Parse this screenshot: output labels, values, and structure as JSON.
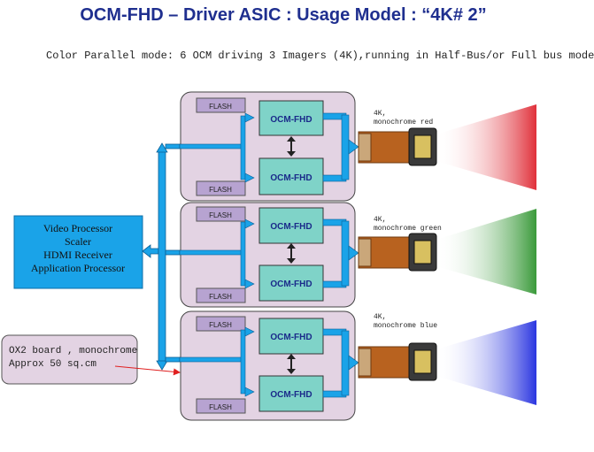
{
  "title": "OCM-FHD – Driver ASIC : Usage Model : “4K# 2”",
  "subtitle": "Color Parallel mode: 6 OCM driving 3 Imagers (4K),running in Half-Bus/or Full bus mode",
  "processor": {
    "lines": [
      "Video Processor",
      "Scaler",
      "HDMI Receiver",
      "Application Processor"
    ],
    "color": "#1aa3e8"
  },
  "note": {
    "line1": "OX2 board , monochrome",
    "line2": "Approx 50 sq.cm"
  },
  "boards": [
    {
      "flash_top": "FLASH",
      "flash_bottom": "FLASH",
      "ocm_top": "OCM-FHD",
      "ocm_bottom": "OCM-FHD",
      "imager_line1": "4K,",
      "imager_line2": "monochrome red",
      "beam_color": "#e0303a"
    },
    {
      "flash_top": "FLASH",
      "flash_bottom": "FLASH",
      "ocm_top": "OCM-FHD",
      "ocm_bottom": "OCM-FHD",
      "imager_line1": "4K,",
      "imager_line2": "monochrome green",
      "beam_color": "#3a9a3a"
    },
    {
      "flash_top": "FLASH",
      "flash_bottom": "FLASH",
      "ocm_top": "OCM-FHD",
      "ocm_bottom": "OCM-FHD",
      "imager_line1": "4K,",
      "imager_line2": "monochrome blue",
      "beam_color": "#2a35e0"
    }
  ],
  "colors": {
    "title": "#1f2f8f",
    "board_fill": "#e3d3e3",
    "ocm_fill": "#7fd3c8",
    "flash_fill": "#b7a3d1",
    "bus": "#1aa3e8",
    "pointer": "#e02020"
  }
}
